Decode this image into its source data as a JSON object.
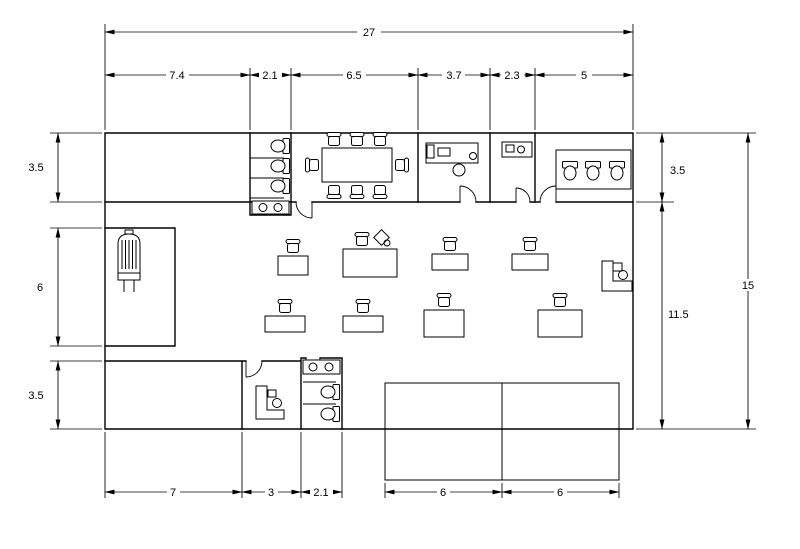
{
  "page": {
    "background": "#ffffff",
    "line_color": "#000000"
  },
  "drawing": {
    "kind": "floor-plan"
  },
  "dimensions": {
    "overall_width": "27",
    "overall_height": "15",
    "top_segments": [
      "7.4",
      "2.1",
      "6.5",
      "3.7",
      "2.3",
      "5"
    ],
    "left_segments": [
      "3.5",
      "6",
      "3.5"
    ],
    "right_segments": [
      "3.5",
      "11.5"
    ],
    "bottom_segments": [
      "7",
      "3",
      "2.1",
      "6",
      "6"
    ]
  }
}
